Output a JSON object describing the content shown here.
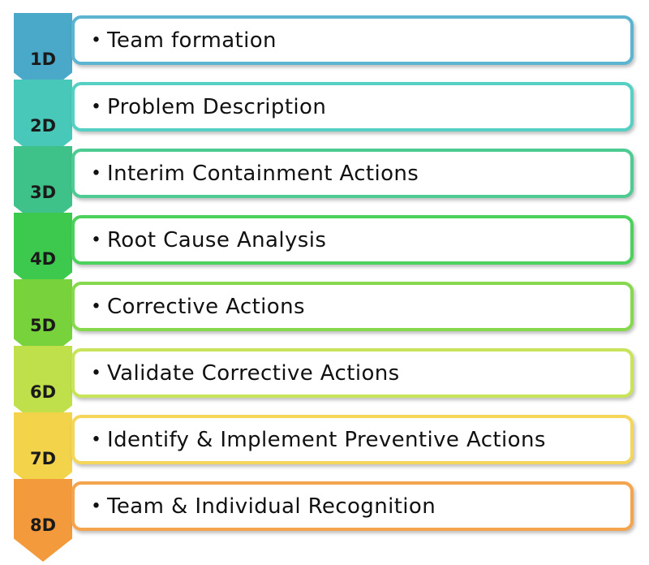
{
  "bullet": "•",
  "steps": [
    {
      "code": "1D",
      "label": "Team formation",
      "color": "#4aa8c8",
      "border": "#5bb5d0"
    },
    {
      "code": "2D",
      "label": "Problem Description",
      "color": "#48c8b8",
      "border": "#55d0c2"
    },
    {
      "code": "3D",
      "label": "Interim Containment Actions",
      "color": "#3fc28a",
      "border": "#4ecb92"
    },
    {
      "code": "4D",
      "label": "Root Cause Analysis",
      "color": "#3cc94e",
      "border": "#4cd25c"
    },
    {
      "code": "5D",
      "label": "Corrective Actions",
      "color": "#78d23c",
      "border": "#86d94c"
    },
    {
      "code": "6D",
      "label": "Validate Corrective Actions",
      "color": "#bfe04a",
      "border": "#c7e45a"
    },
    {
      "code": "7D",
      "label": "Identify & Implement Preventive Actions",
      "color": "#f2d34a",
      "border": "#f4d75a"
    },
    {
      "code": "8D",
      "label": "Team & Individual Recognition",
      "color": "#f39a3c",
      "border": "#f5a44e"
    }
  ]
}
